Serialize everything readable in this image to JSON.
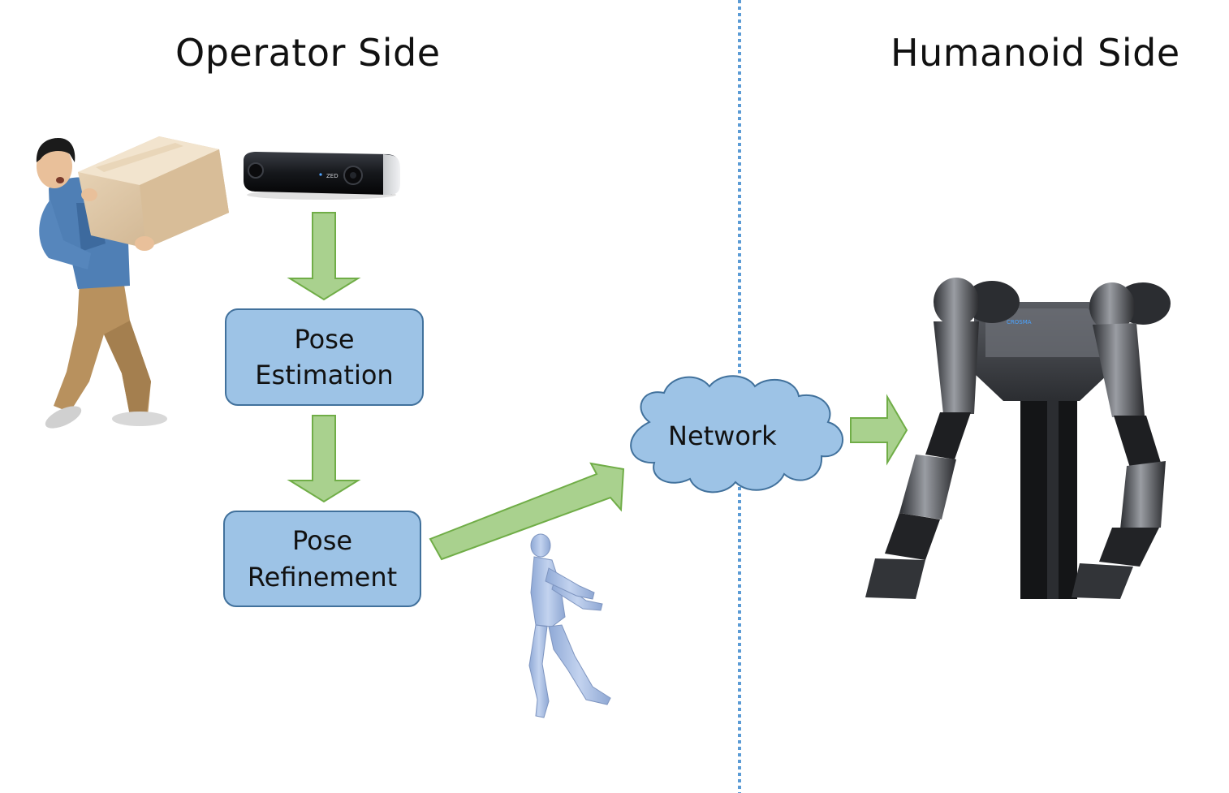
{
  "titles": {
    "operator": "Operator Side",
    "humanoid": "Humanoid Side"
  },
  "boxes": {
    "pose_estimation": [
      "Pose",
      "Estimation"
    ],
    "pose_refinement": [
      "Pose",
      "Refinement"
    ]
  },
  "cloud_label": "Network",
  "camera_brand": "ZED",
  "robot_brand": "CROSMA",
  "colors": {
    "box_fill": "#9dc3e6",
    "box_stroke": "#41719c",
    "arrow_fill": "#a9d18e",
    "arrow_stroke": "#70ad47",
    "divider": "#5b9bd5",
    "avatar": "#a9c1e8"
  },
  "icons": [
    "person-carrying-box-photo",
    "stereo-camera-photo",
    "humanoid-robot-photo",
    "body-mesh-avatar"
  ]
}
